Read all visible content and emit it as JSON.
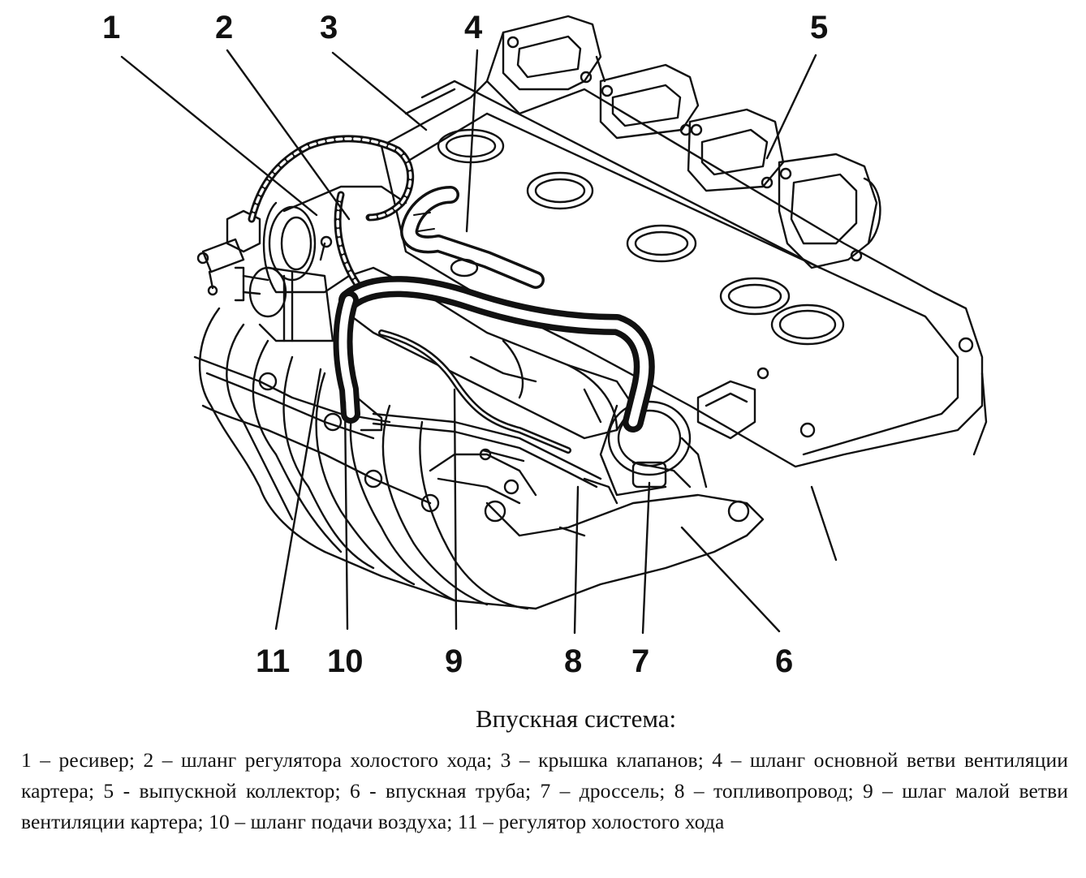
{
  "callouts": {
    "n1": "1",
    "n2": "2",
    "n3": "3",
    "n4": "4",
    "n5": "5",
    "n6": "6",
    "n7": "7",
    "n8": "8",
    "n9": "9",
    "n10": "10",
    "n11": "11"
  },
  "caption": {
    "title": "Впускная система:",
    "legend": "1 – ресивер; 2 – шланг регулятора холостого хода; 3 – крышка клапанов; 4 – шланг основной ветви вентиляции картера; 5 - выпускной коллектор; 6 - впускная труба; 7 – дроссель; 8 – топливопровод; 9 – шлаг малой ветви вентиляции картера; 10 – шланг подачи воздуха; 11 – регулятор холостого хода"
  },
  "colors": {
    "ink": "#111111",
    "paper": "#ffffff"
  }
}
